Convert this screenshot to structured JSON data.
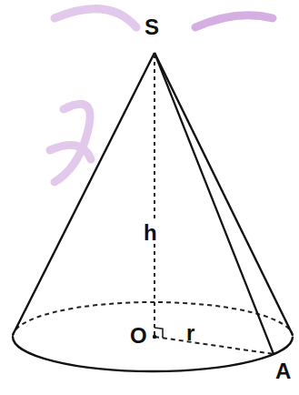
{
  "diagram": {
    "labels": [
      "S",
      "h",
      "O",
      "r",
      "A"
    ]
  }
}
